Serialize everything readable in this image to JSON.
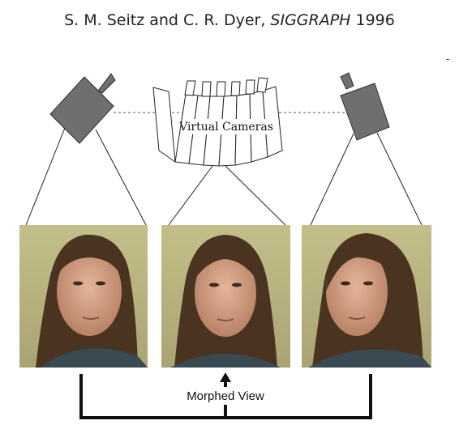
{
  "citation": {
    "authors": "S. M. Seitz and C. R. Dyer, ",
    "venue": "SIGGRAPH",
    "year": " 1996"
  },
  "corner_mark": "-",
  "diagram": {
    "virtual_cameras_label": "Virtual Cameras",
    "morphed_view_label": "Morphed View",
    "photos": [
      "left-input-view",
      "morphed-center-view",
      "right-input-view"
    ],
    "colors": {
      "camera_body": "#6f6f6f",
      "background_wall": "#b9b47e",
      "hair": "#4a3320",
      "skin": "#d9a98c",
      "shirt": "#3a4a52"
    }
  }
}
